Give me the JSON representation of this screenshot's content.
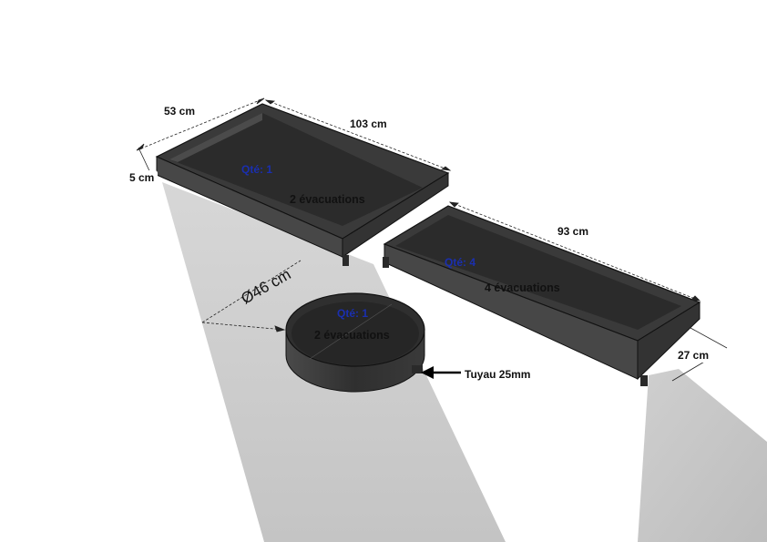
{
  "tray_large": {
    "width_label": "53 cm",
    "length_label": "103 cm",
    "height_label": "5 cm",
    "qty_label": "Qté: 1",
    "drains_label": "2 évacuations"
  },
  "tray_narrow": {
    "length_label": "93 cm",
    "width_label": "27 cm",
    "qty_label": "Qté: 4",
    "drains_label": "4 évacuations"
  },
  "round_tray": {
    "diameter_label": "Ø46 cm",
    "qty_label": "Qté: 1",
    "drains_label": "2 évacuations",
    "pipe_label": "Tuyau 25mm"
  },
  "colors": {
    "tray_fill": "#3c3c3c",
    "tray_edge": "#1a1a1a",
    "shadow": "#c8c8c8",
    "qty_text": "#1a2fb0",
    "label_text": "#111111"
  }
}
